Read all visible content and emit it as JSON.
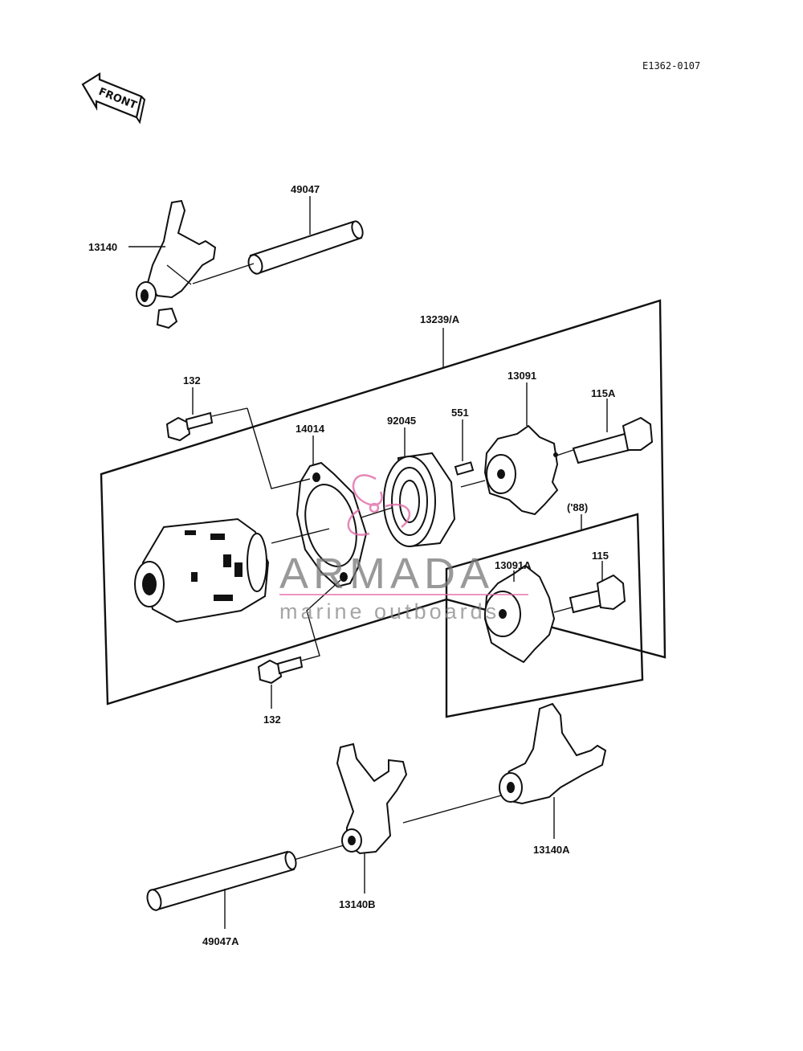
{
  "ref_code": "E1362-0107",
  "front_label": "FRONT",
  "labels": {
    "p49047": "49047",
    "p13140": "13140",
    "p13239A": "13239/A",
    "p132_top": "132",
    "p14014": "14014",
    "p92045": "92045",
    "p551": "551",
    "p13091": "13091",
    "p115A": "115A",
    "p88": "('88)",
    "p13091A": "13091A",
    "p115": "115",
    "p132_bottom": "132",
    "p13140A": "13140A",
    "p13140B": "13140B",
    "p49047A": "49047A"
  },
  "watermark": {
    "brand": "ARMADA",
    "tagline": "marine outboards",
    "accent_color": "#e06aa8"
  }
}
